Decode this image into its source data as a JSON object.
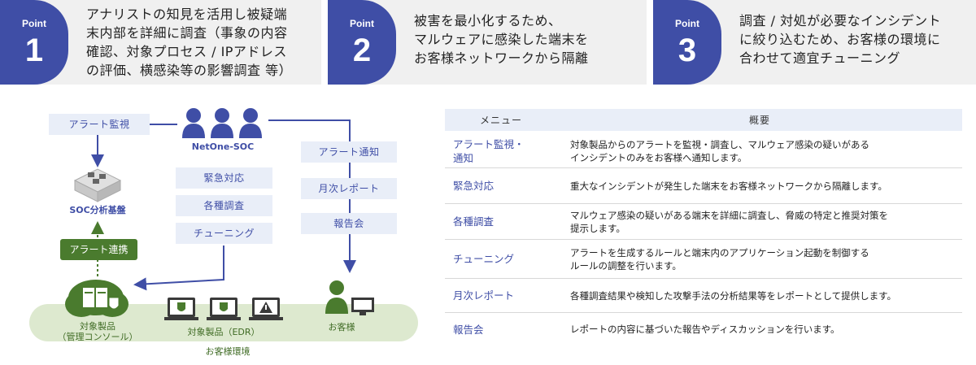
{
  "points": [
    {
      "label": "Point",
      "number": "1",
      "lines": [
        "アナリストの知見を活用し被疑端",
        "末内部を詳細に調査（事象の内容",
        "確認、対象プロセス / IPアドレス",
        "の評価、横感染等の影響調査 等）"
      ]
    },
    {
      "label": "Point",
      "number": "2",
      "lines": [
        "被害を最小化するため、",
        "マルウェアに感染した端末を",
        "お客様ネットワークから隔離"
      ]
    },
    {
      "label": "Point",
      "number": "3",
      "lines": [
        "調査 / 対処が必要なインシデント",
        "に絞り込むため、お客様の環境に",
        "合わせて適宜チューニング"
      ]
    }
  ],
  "diagram": {
    "alert_monitor": "アラート監視",
    "soc_name": "NetOne-SOC",
    "soc_services": [
      "緊急対応",
      "各種調査",
      "チューニング"
    ],
    "soc_platform": "SOC分析基盤",
    "alert_link": "アラート連携",
    "right_column": [
      "アラート通知",
      "月次レポート",
      "報告会"
    ],
    "mgmt_console": [
      "対象製品",
      "（管理コンソール）"
    ],
    "edr_label": "対象製品（EDR）",
    "customer": "お客様",
    "customer_env": "お客様環境",
    "colors": {
      "accent": "#3f4ea6",
      "green": "#4a7b2e",
      "light_green": "#dde9cf",
      "light_blue": "#e9eef8"
    }
  },
  "table": {
    "headers": [
      "メニュー",
      "概要"
    ],
    "rows": [
      {
        "menu": [
          "アラート監視・",
          "通知"
        ],
        "desc": [
          "対象製品からのアラートを監視・調査し、マルウェア感染の疑いがある",
          "インシデントのみをお客様へ通知します。"
        ]
      },
      {
        "menu": [
          "緊急対応"
        ],
        "desc": [
          "重大なインシデントが発生した端末をお客様ネットワークから隔離します。"
        ]
      },
      {
        "menu": [
          "各種調査"
        ],
        "desc": [
          "マルウェア感染の疑いがある端末を詳細に調査し、脅威の特定と推奨対策を",
          "提示します。"
        ]
      },
      {
        "menu": [
          "チューニング"
        ],
        "desc": [
          "アラートを生成するルールと端末内のアプリケーション起動を制御する",
          "ルールの調整を行います。"
        ]
      },
      {
        "menu": [
          "月次レポート"
        ],
        "desc": [
          "各種調査結果や検知した攻撃手法の分析結果等をレポートとして提供します。"
        ]
      },
      {
        "menu": [
          "報告会"
        ],
        "desc": [
          "レポートの内容に基づいた報告やディスカッションを行います。"
        ]
      }
    ]
  }
}
